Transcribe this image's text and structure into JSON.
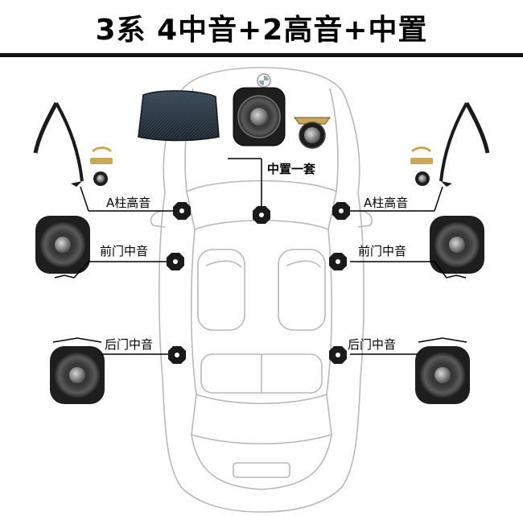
{
  "title": "3系 4中音+2高音+中置",
  "labels": {
    "center": "中置一套",
    "a_pillar_left": "A柱高音",
    "a_pillar_right": "A柱高音",
    "front_door_left": "前门中音",
    "front_door_right": "前门中音",
    "rear_door_left": "后门中音",
    "rear_door_right": "后门中音"
  },
  "colors": {
    "marker": "#1a1a1a",
    "car_outline": "#b8b8b8",
    "speaker_dark": "#1e1e1e",
    "speaker_cone": "#4a4a4a"
  }
}
